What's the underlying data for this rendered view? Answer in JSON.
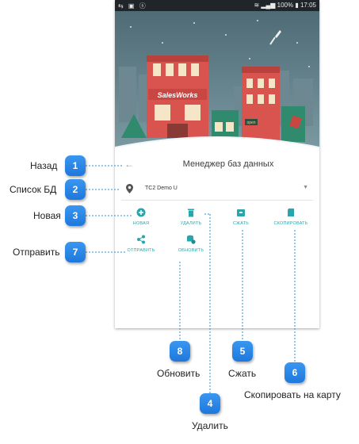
{
  "status_bar": {
    "left_icons": [
      "usb-icon",
      "file-icon",
      "s-app-icon"
    ],
    "battery": "100%",
    "time": "17:05"
  },
  "banner": {
    "sign_text": "SalesWorks",
    "open_sign": "open"
  },
  "app_bar": {
    "title": "Менеджер баз данных"
  },
  "db_selector": {
    "value": "TC2 Demo U"
  },
  "actions": [
    {
      "label": "НОВАЯ",
      "icon": "plus-circle-icon"
    },
    {
      "label": "УДАЛИТЬ",
      "icon": "trash-icon"
    },
    {
      "label": "СЖАТЬ",
      "icon": "compress-icon"
    },
    {
      "label": "СКОПИРОВАТЬ",
      "icon": "sd-card-icon"
    },
    {
      "label": "ОТПРАВИТЬ",
      "icon": "share-icon"
    },
    {
      "label": "ОБНОВИТЬ",
      "icon": "db-refresh-icon"
    }
  ],
  "callouts": [
    {
      "num": "1",
      "label": "Назад"
    },
    {
      "num": "2",
      "label": "Список БД"
    },
    {
      "num": "3",
      "label": "Новая"
    },
    {
      "num": "7",
      "label": "Отправить"
    },
    {
      "num": "8",
      "label": "Обновить"
    },
    {
      "num": "5",
      "label": "Сжать"
    },
    {
      "num": "6",
      "label": "Скопировать на карту"
    },
    {
      "num": "4",
      "label": "Удалить"
    }
  ],
  "colors": {
    "accent": "#27a6ae",
    "callout": "#2385e4",
    "sky": "#5a7a86"
  }
}
